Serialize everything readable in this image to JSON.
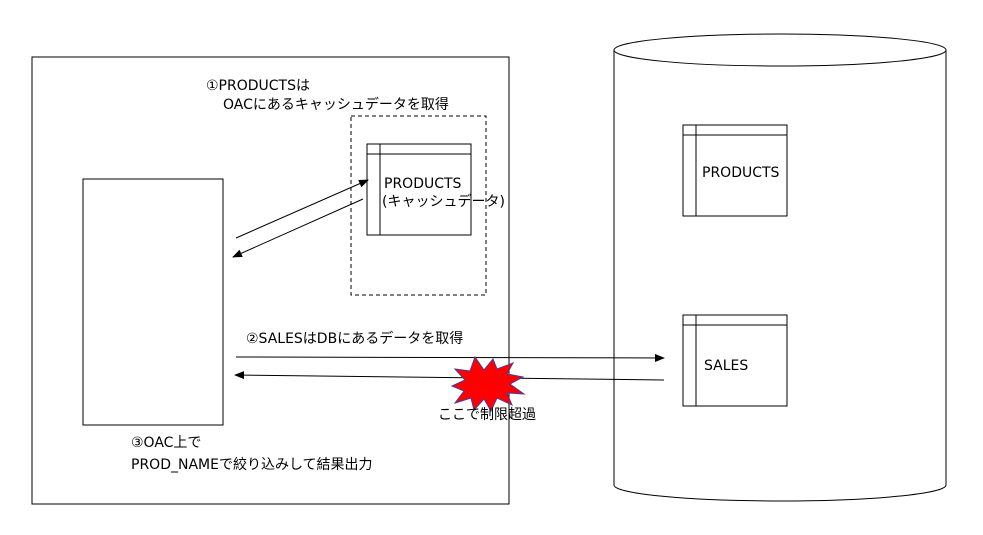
{
  "step1": {
    "line1": "①PRODUCTSは",
    "line2": "OACにあるキャッシュデータを取得"
  },
  "cache_table": {
    "name": "PRODUCTS",
    "subtitle": "(キャッシュデータ)"
  },
  "step2": {
    "label": "②SALESはDBにあるデータを取得"
  },
  "limit": {
    "label": "ここで制限超過",
    "burst_color": "#ff0000",
    "burst_outline": "#4a3a9a"
  },
  "step3": {
    "line1": "③OAC上で",
    "line2": "PROD_NAMEで絞り込みして結果出力"
  },
  "db": {
    "products_table": "PRODUCTS",
    "sales_table": "SALES"
  }
}
